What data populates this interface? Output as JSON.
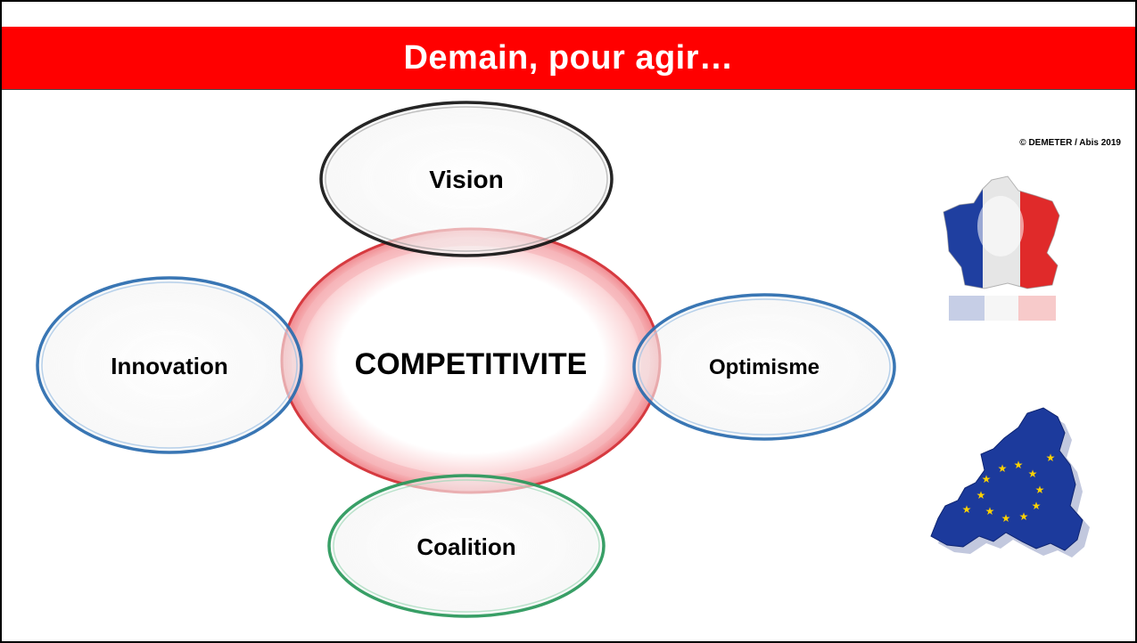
{
  "slide": {
    "title": "Demain, pour agir…",
    "copyright": "© DEMETER / Abis 2019"
  },
  "diagram": {
    "center": {
      "label": "COMPETITIVITE",
      "color": "#e8202a"
    },
    "nodes": {
      "vision": {
        "label": "Vision",
        "color": "#222222"
      },
      "innovation": {
        "label": "Innovation",
        "color": "#3a78b5"
      },
      "optimisme": {
        "label": "Optimisme",
        "color": "#3a78b5"
      },
      "coalition": {
        "label": "Coalition",
        "color": "#2e9a5e"
      }
    }
  },
  "images": {
    "france": {
      "icon": "france-flag-map-icon",
      "colors": [
        "#1f3fa0",
        "#e8e8e8",
        "#e02a2a"
      ]
    },
    "europe": {
      "icon": "europe-eu-map-icon",
      "colors": [
        "#1c3a9c",
        "#ffd200"
      ]
    }
  },
  "colors": {
    "title_bar": "#ff0000",
    "title_text": "#ffffff"
  }
}
